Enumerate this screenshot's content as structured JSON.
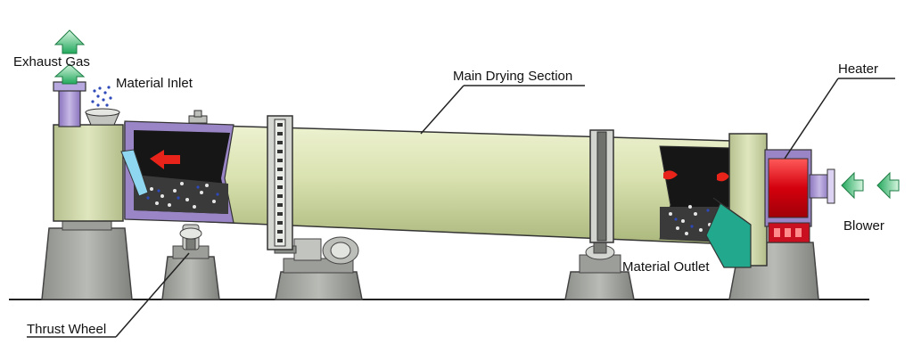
{
  "labels": {
    "exhaust_gas": "Exhaust Gas",
    "material_inlet": "Material Inlet",
    "main_drying_section": "Main Drying Section",
    "heater": "Heater",
    "blower": "Blower",
    "material_outlet": "Material Outlet",
    "thrust_wheel": "Thrust Wheel"
  },
  "colors": {
    "drum": "#d9e2b0",
    "drum_shade": "#b8c58c",
    "housing": "#c6d0a0",
    "support": "#a8aaa5",
    "support_shade": "#7f817c",
    "purple": "#9a86c6",
    "heater_red": "#e0101a",
    "arrow_green": "#2fb36a",
    "outlet_teal": "#22a88c",
    "inner_dark": "#1a1a1a",
    "flame_red": "#e8241a"
  },
  "icons": {
    "exhaust_arrow": "arrow-up-icon",
    "air_arrow": "arrow-left-icon"
  }
}
